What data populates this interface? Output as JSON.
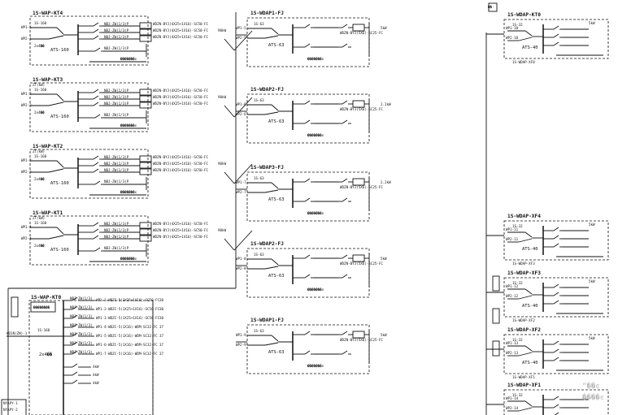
{
  "panels_left": [
    {
      "id": "AT1",
      "title": "1S-WAP-KT4",
      "power": "",
      "feeders": [
        "WP1-1",
        "WP2-1"
      ],
      "ats": "ATS-160",
      "breaker": "1S-160",
      "spd": "2x4��",
      "out1": "NBJ-ZW(1/3)P",
      "out2": "WDZN-BYJ(4X25+1X16)-SC50-FC",
      "rating": "90kW",
      "tag": "�������ͼ"
    },
    {
      "id": "AT2",
      "title": "1S-WAP-KT3",
      "power": "ZT(kW)",
      "feeders": [
        "WP1-2",
        "WP2-2"
      ],
      "ats": "ATS-160",
      "breaker": "1S-160",
      "spd": "2x4��",
      "out1": "NBJ-ZW(1/3)P",
      "out2": "WDZN-BYJ(4X25+1X16)-SC50-FC",
      "rating": "90kW",
      "tag": "�������ͼ"
    },
    {
      "id": "AT3",
      "title": "1S-WAP-KT2",
      "power": "ZT(kW)",
      "feeders": [
        "WP1-3",
        "WP2-3"
      ],
      "ats": "ATS-160",
      "breaker": "1S-160",
      "spd": "2x4��",
      "out1": "NBJ-ZW(1/3)P",
      "out2": "WDZN-BYJ(4X25+1X16)-SC50-FC",
      "rating": "90kW",
      "tag": "�������ͼ"
    },
    {
      "id": "AT4",
      "title": "1S-WAP-KT1",
      "power": "ZT(kW)",
      "feeders": [
        "WP1-4",
        "WP2-4"
      ],
      "ats": "ATS-160",
      "breaker": "1S-160",
      "spd": "2x4��",
      "out1": "NBJ-ZW(1/3)P",
      "out2": "WDZN-BYJ(4X25+1X16)-SC50-FC",
      "rating": "90kW",
      "tag": "�������ͼ"
    }
  ],
  "panels_mid": [
    {
      "id": "M1",
      "title": "1S-WDAP1-FJ",
      "feeders": [
        "WP1-5",
        "WP2-5"
      ],
      "ats": "ATS-63",
      "breaker": "1S-63",
      "out": "WDZN-BYJ(5X6)-SC25-FC",
      "rating": "5kW",
      "tag": "�������ͼ"
    },
    {
      "id": "M2",
      "title": "1S-WDAP2-FJ",
      "feeders": [
        "WP1-6",
        "WP2-6"
      ],
      "ats": "ATS-63",
      "breaker": "1S-63",
      "out": "WDZN-BYJ(5X6)-SC25-FC",
      "rating": "2.2kW",
      "tag": "�������ͼ"
    },
    {
      "id": "M3",
      "title": "1S-WDAP3-FJ",
      "feeders": [
        "WP1-7",
        "WP2-7"
      ],
      "ats": "ATS-63",
      "breaker": "1S-63",
      "out": "WDZN-BYJ(5X6)-SC25-FC",
      "rating": "2.2kW",
      "tag": "�������ͼ"
    },
    {
      "id": "M4",
      "title": "1S-WDAP2-FJ",
      "feeders": [
        "WP1-8",
        "WP2-8"
      ],
      "ats": "ATS-63",
      "breaker": "1S-63",
      "out": "WDZN-BYJ(5X6)-SC25-FC",
      "rating": "5kW",
      "tag": "�������ͼ"
    },
    {
      "id": "M5",
      "title": "1S-WDAP1-FJ",
      "feeders": [
        "WP1-9",
        "WP2-9"
      ],
      "ats": "ATS-63",
      "breaker": "1S-63",
      "out": "WDZN-BYJ(5X6)-SC25-FC",
      "rating": "5kW",
      "tag": "�������ͼ"
    }
  ],
  "bottom_panel": {
    "title": "1S-WAP-KT0",
    "meter": "��������",
    "breaker": "1S-160",
    "source": "WD1N(ZN)-1",
    "ats": "2x4��",
    "rows": [
      {
        "sw": "NBJ-ZW(1/3)",
        "cable": "WP1-1-WDZC-5(1X25+1X16)-SC50-FC",
        "kw": "30"
      },
      {
        "sw": "NBJ-ZW(1/3)",
        "cable": "WP1-2-WDZC-5(1X25+1X16)-SC50-FC",
        "kw": "30"
      },
      {
        "sw": "NBJ-ZW(1/3)",
        "cable": "WP1-3-WDZC-5(1X25+1X16)-SC50-FC",
        "kw": "30"
      },
      {
        "sw": "NBJ-ZW(1/3)",
        "cable": "WP1-4-WDZC-5(1X16)-WDM-SC32-FC",
        "kw": "37"
      },
      {
        "sw": "NBJ-ZW(1/3)",
        "cable": "WP1-5-WDZC-5(1X16)-WDM-SC32-FC",
        "kw": "37"
      },
      {
        "sw": "NBJ-ZW(1/3)",
        "cable": "WP1-6-WDZC-5(1X16)-WDM-SC32-FC",
        "kw": "37"
      },
      {
        "sw": "NBJ-ZW(1/3)",
        "cable": "WP1-7-WDZC-5(1X16)-WDM-SC32-FC",
        "kw": "37"
      }
    ],
    "extra": [
      "4kW",
      "4kW",
      "4kW"
    ],
    "side": [
      "NYAPY-1",
      "NYAPY-2"
    ]
  },
  "panels_right": [
    {
      "id": "R1",
      "title": "1S-WDAP-KT0",
      "feeders": [
        "WP1-10",
        "WP2-10"
      ],
      "ats": "ATS-40",
      "breaker": "1S-32",
      "rating": "5kW",
      "label": "1S-WDAP-XF0"
    },
    {
      "id": "R2",
      "title": "1S-WDAP-XF4",
      "feeders": [
        "WP1-11",
        "WP2-11"
      ],
      "ats": "ATS-40",
      "breaker": "1S-32",
      "rating": "5kW",
      "label": "1S-WDAP-XF3"
    },
    {
      "id": "R3",
      "title": "1S-WDAP-XF3",
      "feeders": [
        "WP1-12",
        "WP2-12"
      ],
      "ats": "ATS-40",
      "breaker": "1S-32",
      "rating": "5kW",
      "label": "1S-WDAP-XF2"
    },
    {
      "id": "R4",
      "title": "1S-WDAP-XF2",
      "feeders": [
        "WP1-13",
        "WP2-13"
      ],
      "ats": "ATS-40",
      "breaker": "1S-32",
      "rating": "5kW",
      "label": "1S-WDAP-XF1"
    },
    {
      "id": "R5",
      "title": "1S-WDAP-XF1",
      "feeders": [
        "WP1-14",
        "WP2-14"
      ],
      "ats": "ATS-40",
      "breaker": "1S-32",
      "rating": "",
      "label": ""
    }
  ],
  "top_right_label": "��·",
  "watermark": [
    "ˮ��ͼ",
    "����ͼ"
  ]
}
